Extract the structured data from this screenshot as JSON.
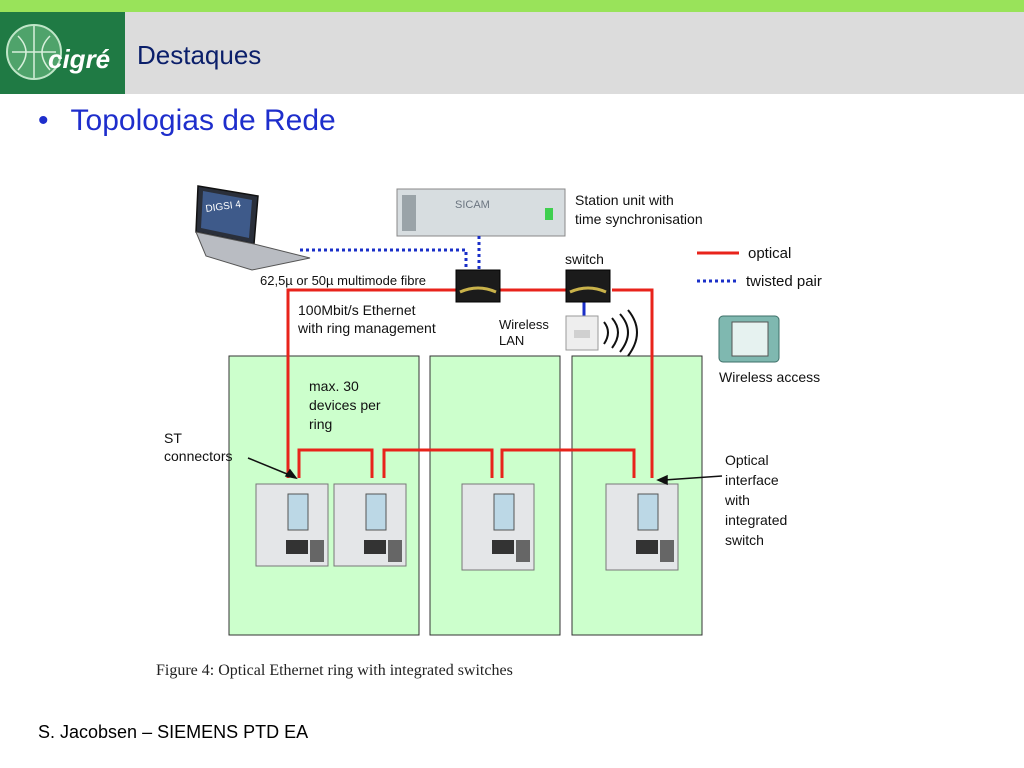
{
  "header": {
    "title": "Destaques",
    "logo_text": "cigré"
  },
  "bullet": {
    "text": "Topologias de Rede"
  },
  "diagram": {
    "laptop_label": "DIGSI 4",
    "station_brand": "SICAM",
    "station_unit": "Station unit with\ntime synchronisation",
    "switch_label": "switch",
    "fibre_label": "62,5µ or 50µ multimode fibre",
    "ethernet_label": "100Mbit/s Ethernet\nwith ring management",
    "wireless_lan": "Wireless\nLAN",
    "wireless_access": "Wireless access",
    "max_devices": "max. 30\ndevices per\nring",
    "st_connectors": "ST\nconnectors",
    "optical_interface": "Optical\ninterface\nwith\nintegrated\nswitch",
    "legend_optical": "optical",
    "legend_twisted": "twisted pair",
    "caption": "Figure 4: Optical Ethernet ring with integrated switches",
    "colors": {
      "optical": "#e8231b",
      "twisted": "#1a2fc8",
      "zone": "#ccffcc"
    }
  },
  "footer": {
    "text": "S. Jacobsen – SIEMENS PTD EA"
  }
}
